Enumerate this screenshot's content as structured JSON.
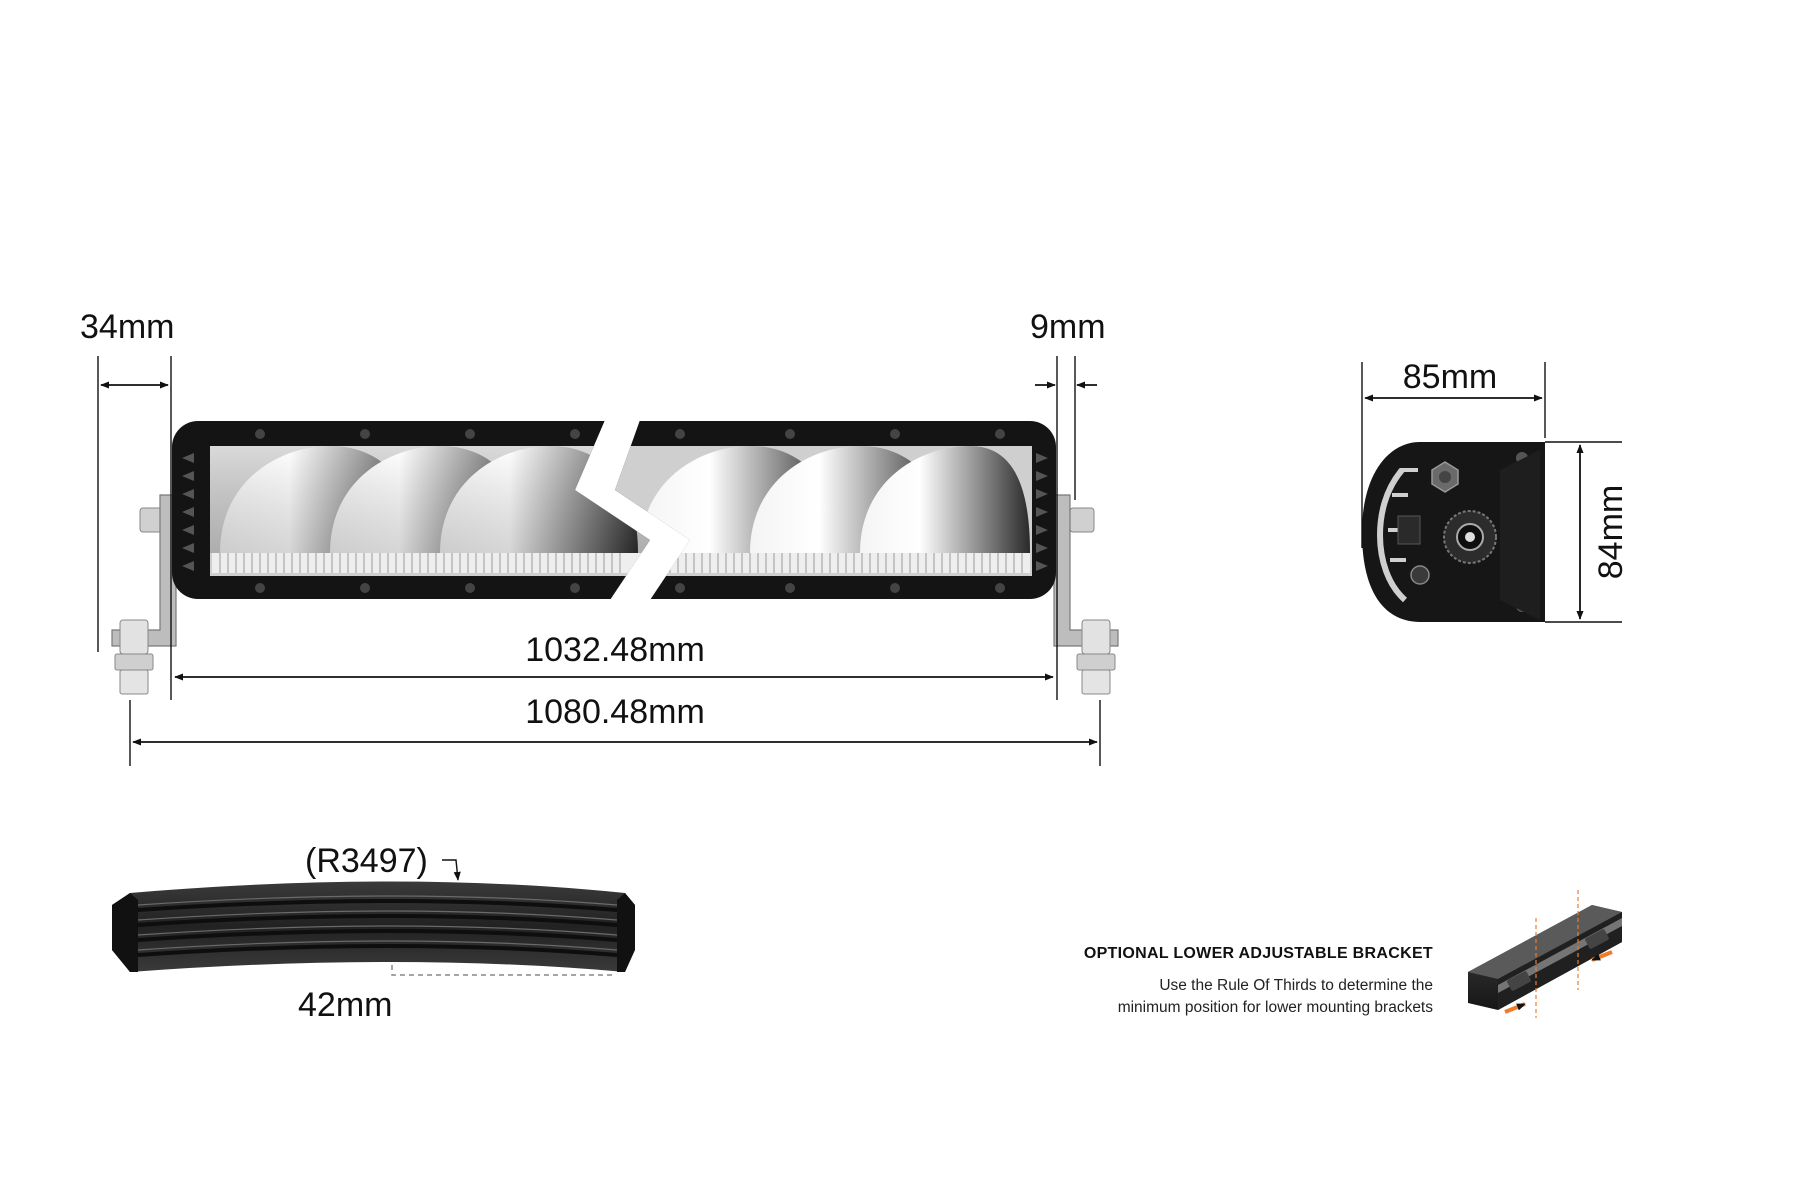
{
  "dimensions": {
    "left_offset": "34mm",
    "right_offset": "9mm",
    "inner_length": "1032.48mm",
    "overall_length": "1080.48mm",
    "side_width": "85mm",
    "side_height": "84mm",
    "curve_radius": "(R3497)",
    "curve_depth": "42mm"
  },
  "note": {
    "title": "OPTIONAL LOWER ADJUSTABLE BRACKET",
    "line1": "Use the Rule Of Thirds to determine the",
    "line2": "minimum position for lower mounting brackets"
  },
  "colors": {
    "housing": "#141414",
    "lens": "#d9d9d9",
    "accent": "#f07b2a",
    "bracket": "#c8c8c8"
  }
}
